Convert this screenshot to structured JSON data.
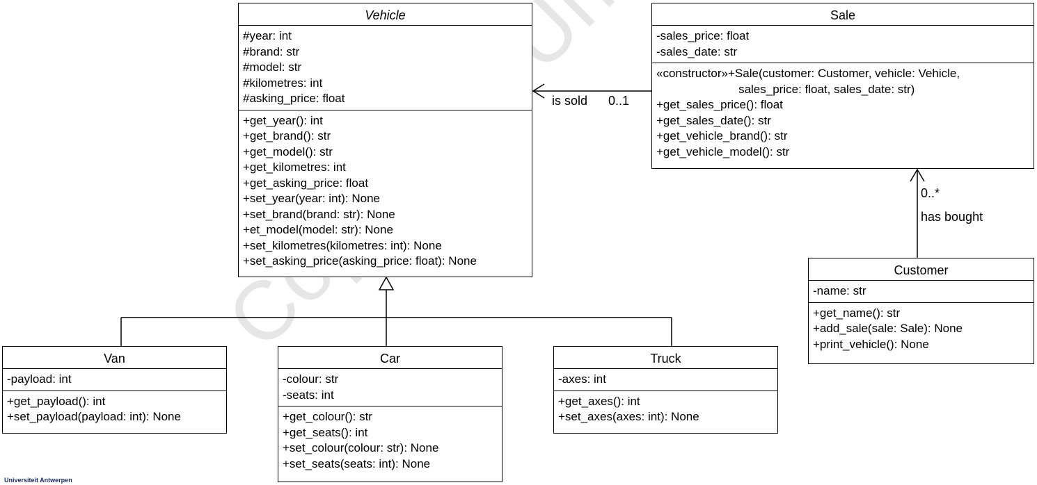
{
  "watermark": "Copyright University of Antwerp",
  "footer": "Universiteit Antwerpen",
  "classes": {
    "vehicle": {
      "name": "Vehicle",
      "attributes": [
        "#year: int",
        "#brand: str",
        "#model: str",
        "#kilometres: int",
        "#asking_price: float"
      ],
      "methods": [
        "+get_year(): int",
        "+get_brand(): str",
        "+get_model(): str",
        "+get_kilometres: int",
        "+get_asking_price: float",
        "+set_year(year: int): None",
        "+set_brand(brand: str): None",
        "+et_model(model: str): None",
        "+set_kilometres(kilometres: int): None",
        "+set_asking_price(asking_price: float): None"
      ]
    },
    "sale": {
      "name": "Sale",
      "attributes": [
        "-sales_price: float",
        "-sales_date: str"
      ],
      "methods": [
        "«constructor»+Sale(customer: Customer, vehicle: Vehicle,",
        "                         sales_price: float, sales_date: str)",
        "+get_sales_price(): float",
        "+get_sales_date(): str",
        "+get_vehicle_brand(): str",
        "+get_vehicle_model(): str"
      ]
    },
    "customer": {
      "name": "Customer",
      "attributes": [
        "-name: str"
      ],
      "methods": [
        "+get_name(): str",
        "+add_sale(sale: Sale): None",
        "+print_vehicle(): None"
      ]
    },
    "van": {
      "name": "Van",
      "attributes": [
        "-payload: int"
      ],
      "methods": [
        "+get_payload(): int",
        "+set_payload(payload: int): None"
      ]
    },
    "car": {
      "name": "Car",
      "attributes": [
        "-colour: str",
        "-seats: int"
      ],
      "methods": [
        "+get_colour(): str",
        "+get_seats(): int",
        "+set_colour(colour: str): None",
        "+set_seats(seats: int): None"
      ]
    },
    "truck": {
      "name": "Truck",
      "attributes": [
        "-axes: int"
      ],
      "methods": [
        "+get_axes(): int",
        "+set_axes(axes: int): None"
      ]
    }
  },
  "associations": {
    "sale_vehicle": {
      "label": "is sold",
      "multiplicity": "0..1"
    },
    "customer_sale": {
      "label": "has bought",
      "multiplicity": "0..*"
    }
  }
}
